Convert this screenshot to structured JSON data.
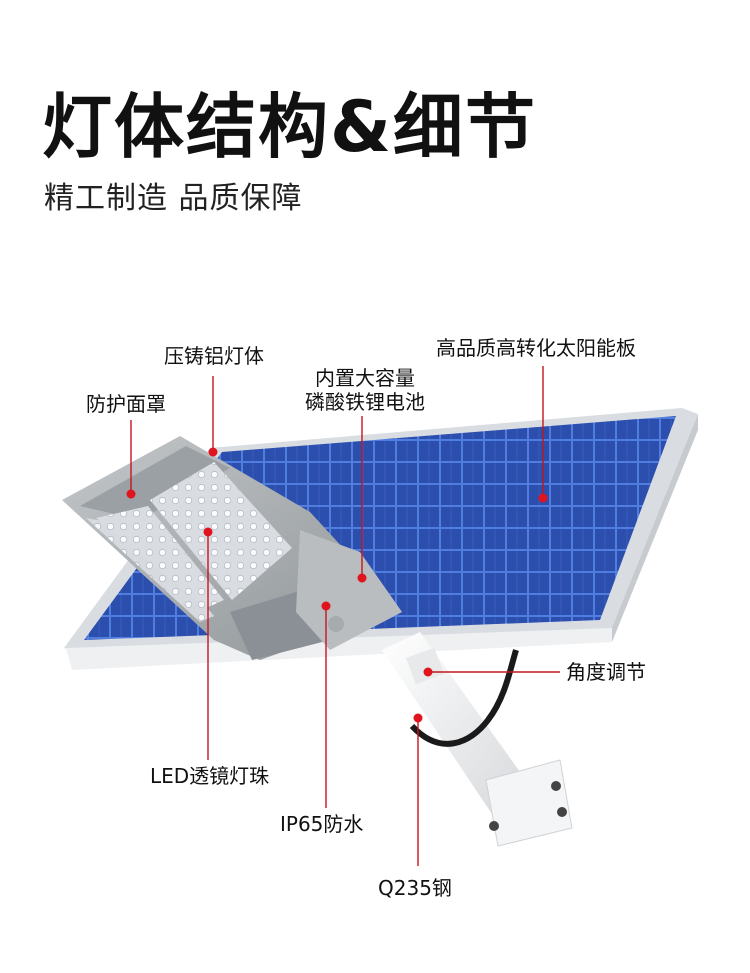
{
  "header": {
    "title": "灯体结构&细节",
    "subtitle": "精工制造 品质保障"
  },
  "callouts": {
    "die_cast_body": "压铸铝灯体",
    "cover": "防护面罩",
    "battery_line1": "内置大容量",
    "battery_line2": "磷酸铁锂电池",
    "solar_panel": "高品质高转化太阳能板",
    "angle_adjust": "角度调节",
    "led_beads": "LED透镜灯珠",
    "waterproof": "IP65防水",
    "steel": "Q235钢"
  },
  "colors": {
    "marker": "#e0141e",
    "panel_cell": "#2f55b8",
    "frame": "#e8ecef",
    "lamp_body": "#a9adb0",
    "pole": "#f1f2f3"
  }
}
